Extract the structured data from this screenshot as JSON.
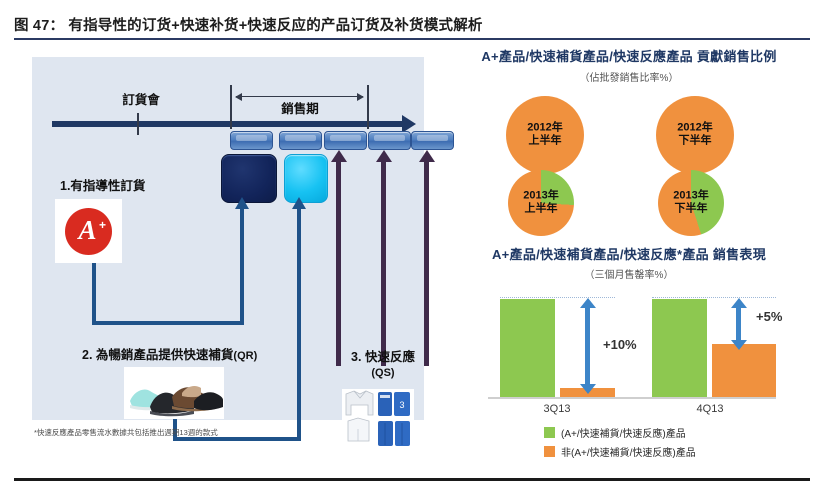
{
  "figure": {
    "caption": "图 47： 有指导性的订货+快速补货+快速反应的产品订货及补货模式解析"
  },
  "diagram": {
    "timeline": {
      "order_meeting_label": "訂貨會",
      "sales_period_label": "銷售期"
    },
    "step1_label": "1.有指導性訂貨",
    "step2_label_main": "2. 為暢銷產品提供快速補貨",
    "step2_label_small": "(QR)",
    "step3_label_main": "3. 快速反應",
    "step3_label_small": "(QS)",
    "logo_text": "A",
    "logo_plus": "+",
    "footnote": "*快速反應產品零售流水數據共包括推出週期13週的款式",
    "colors": {
      "panel_bg": "#dfe6f0",
      "axis": "#1f3864",
      "box_navy": "#12245a",
      "box_cyan": "#17c2f2",
      "connector": "#1f5289",
      "up_arrow": "#3f2a4a"
    }
  },
  "chart_data": [
    {
      "type": "pie",
      "title": "A+產品/快速補貨產品/快速反應產品 貢獻銷售比例",
      "subtitle": "（佔批發銷售比率%）",
      "categories": [
        "(A+/快速補貨/快速反應)產品",
        "非(A+/快速補貨/快速反應)產品"
      ],
      "colors": [
        "#8dc850",
        "#f0913e"
      ],
      "pies": [
        {
          "label_line1": "2012年",
          "label_line2": "上半年",
          "green_pct": 0,
          "orange_pct": 100
        },
        {
          "label_line1": "2012年",
          "label_line2": "下半年",
          "green_pct": 0,
          "orange_pct": 100
        },
        {
          "label_line1": "2013年",
          "label_line2": "上半年",
          "green_pct": 26,
          "orange_pct": 74
        },
        {
          "label_line1": "2013年",
          "label_line2": "下半年",
          "green_pct": 45,
          "orange_pct": 55
        }
      ]
    },
    {
      "type": "bar",
      "title": "A+產品/快速補貨產品/快速反應*產品  銷售表現",
      "subtitle": "（三個月售罄率%）",
      "categories": [
        "3Q13",
        "4Q13"
      ],
      "xlabel": "",
      "ylabel": "三個月售罄率%",
      "ylim": [
        0,
        100
      ],
      "grid": false,
      "legend_position": "bottom",
      "series": [
        {
          "name": "(A+/快速補貨/快速反應)產品",
          "color": "#8dc850",
          "values": [
            100,
            100
          ]
        },
        {
          "name": "非(A+/快速補貨/快速反應)產品",
          "color": "#f0913e",
          "values": [
            9,
            55
          ]
        }
      ],
      "annotations": [
        {
          "category": "3Q13",
          "text": "+10%"
        },
        {
          "category": "4Q13",
          "text": "+5%"
        }
      ]
    }
  ],
  "legend": {
    "items": [
      {
        "label": "(A+/快速補貨/快速反應)產品",
        "color": "#8dc850"
      },
      {
        "label": "非(A+/快速補貨/快速反應)產品",
        "color": "#f0913e"
      }
    ]
  }
}
